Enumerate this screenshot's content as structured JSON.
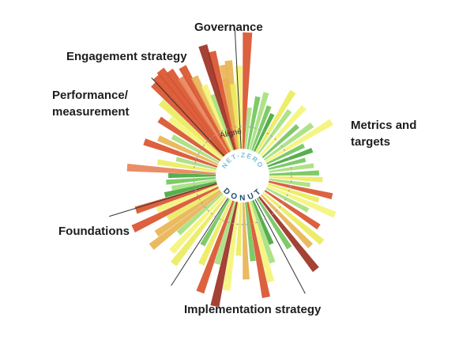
{
  "chart_data": {
    "type": "radial-bar",
    "title": "",
    "categories": [
      {
        "id": "governance",
        "label": "Governance"
      },
      {
        "id": "metrics",
        "label": "Metrics and\ntargets"
      },
      {
        "id": "implementation",
        "label": "Implementation strategy"
      },
      {
        "id": "foundations",
        "label": "Foundations"
      },
      {
        "id": "performance",
        "label": "Performance/\nmeasurement"
      },
      {
        "id": "engagement",
        "label": "Engagement strategy"
      }
    ],
    "center_label": {
      "top": "NET-ZERO",
      "bottom": "DONUT"
    },
    "ring_label": "Aligné",
    "colors": {
      "red": "#d9542f",
      "orange": "#e8845a",
      "amber": "#e8b454",
      "yellow": "#ecec60",
      "lightyellow": "#f4f47a",
      "lightgreen": "#a7df7e",
      "green": "#74c55c",
      "darkgreen": "#47a93f",
      "redline": "#9c3224",
      "line": "#333333",
      "ring": "#9e9e9e",
      "center_top": "#7bbfd8",
      "center_bottom": "#1f4b6e"
    },
    "reference_lines": [
      {
        "angle": -3,
        "value": 10
      },
      {
        "angle": -43,
        "value": 9
      },
      {
        "angle": -107,
        "value": 9.5
      },
      {
        "angle": 152,
        "value": 9
      },
      {
        "angle": 213,
        "value": 8.8
      }
    ],
    "bars": [
      {
        "angle": -14,
        "value": 8.5,
        "color": "red"
      },
      {
        "angle": -10,
        "value": 6,
        "color": "orange"
      },
      {
        "angle": -7,
        "value": 7.5,
        "color": "amber"
      },
      {
        "angle": -2,
        "value": 7,
        "color": "lightyellow"
      },
      {
        "angle": 2,
        "value": 9.8,
        "color": "red"
      },
      {
        "angle": 6,
        "value": 3.5,
        "color": "lightgreen"
      },
      {
        "angle": 11,
        "value": 4.5,
        "color": "green"
      },
      {
        "angle": 16,
        "value": 5,
        "color": "lightgreen"
      },
      {
        "angle": 21,
        "value": 4,
        "color": "green"
      },
      {
        "angle": 26,
        "value": 3.5,
        "color": "darkgreen"
      },
      {
        "angle": 31,
        "value": 6,
        "color": "yellow"
      },
      {
        "angle": 36,
        "value": 4.5,
        "color": "lightgreen"
      },
      {
        "angle": 42,
        "value": 5.5,
        "color": "lightyellow"
      },
      {
        "angle": 48,
        "value": 4,
        "color": "green"
      },
      {
        "angle": 54,
        "value": 5,
        "color": "lightgreen"
      },
      {
        "angle": 59,
        "value": 6.5,
        "color": "lightyellow"
      },
      {
        "angle": 64,
        "value": 3.5,
        "color": "green"
      },
      {
        "angle": 70,
        "value": 4,
        "color": "darkgreen"
      },
      {
        "angle": 76,
        "value": 3.2,
        "color": "green"
      },
      {
        "angle": 82,
        "value": 3.8,
        "color": "lightgreen"
      },
      {
        "angle": 88,
        "value": 4.2,
        "color": "green"
      },
      {
        "angle": 93,
        "value": 4.5,
        "color": "yellow"
      },
      {
        "angle": 98,
        "value": 3.5,
        "color": "lightgreen"
      },
      {
        "angle": 103,
        "value": 5.5,
        "color": "red"
      },
      {
        "angle": 108,
        "value": 4.5,
        "color": "yellow"
      },
      {
        "angle": 113,
        "value": 6.2,
        "color": "lightyellow"
      },
      {
        "angle": 118,
        "value": 4,
        "color": "lightgreen"
      },
      {
        "angle": 124,
        "value": 5.5,
        "color": "red"
      },
      {
        "angle": 130,
        "value": 6.5,
        "color": "yellow"
      },
      {
        "angle": 136,
        "value": 6,
        "color": "amber"
      },
      {
        "angle": 142,
        "value": 7.8,
        "color": "redline"
      },
      {
        "angle": 147,
        "value": 5,
        "color": "green"
      },
      {
        "angle": 157,
        "value": 4,
        "color": "darkgreen"
      },
      {
        "angle": 161,
        "value": 5.5,
        "color": "lightgreen"
      },
      {
        "angle": 165,
        "value": 7,
        "color": "lightyellow"
      },
      {
        "angle": 169,
        "value": 8.2,
        "color": "red"
      },
      {
        "angle": 173,
        "value": 5,
        "color": "green"
      },
      {
        "angle": 178,
        "value": 6.5,
        "color": "amber"
      },
      {
        "angle": 183,
        "value": 4.5,
        "color": "yellow"
      },
      {
        "angle": 188,
        "value": 7.5,
        "color": "lightyellow"
      },
      {
        "angle": 192,
        "value": 9,
        "color": "redline"
      },
      {
        "angle": 196,
        "value": 5.5,
        "color": "lightgreen"
      },
      {
        "angle": 200,
        "value": 8.2,
        "color": "red"
      },
      {
        "angle": 205,
        "value": 6,
        "color": "yellow"
      },
      {
        "angle": 210,
        "value": 4.5,
        "color": "green"
      },
      {
        "angle": 218,
        "value": 7.2,
        "color": "yellow"
      },
      {
        "angle": 223,
        "value": 6.5,
        "color": "lightyellow"
      },
      {
        "angle": 228,
        "value": 5,
        "color": "lightgreen"
      },
      {
        "angle": 232,
        "value": 7.5,
        "color": "amber"
      },
      {
        "angle": 236,
        "value": 6.5,
        "color": "amber"
      },
      {
        "angle": 240,
        "value": 5,
        "color": "yellow"
      },
      {
        "angle": 244,
        "value": 8,
        "color": "red"
      },
      {
        "angle": 248,
        "value": 5.5,
        "color": "lightyellow"
      },
      {
        "angle": 252,
        "value": 7.2,
        "color": "red"
      },
      {
        "angle": 256,
        "value": 4.5,
        "color": "darkgreen"
      },
      {
        "angle": 260,
        "value": 3.8,
        "color": "lightgreen"
      },
      {
        "angle": 265,
        "value": 4.2,
        "color": "green"
      },
      {
        "angle": 270,
        "value": 4,
        "color": "darkgreen"
      },
      {
        "angle": 274,
        "value": 7.5,
        "color": "orange"
      },
      {
        "angle": 279,
        "value": 5,
        "color": "yellow"
      },
      {
        "angle": 284,
        "value": 3.5,
        "color": "lightgreen"
      },
      {
        "angle": 289,
        "value": 6.5,
        "color": "red"
      },
      {
        "angle": 294,
        "value": 5.5,
        "color": "amber"
      },
      {
        "angle": 299,
        "value": 4.5,
        "color": "lightgreen"
      },
      {
        "angle": 304,
        "value": 6.2,
        "color": "red"
      },
      {
        "angle": 308,
        "value": 5.5,
        "color": "lightyellow"
      },
      {
        "angle": 312,
        "value": 7,
        "color": "yellow"
      },
      {
        "angle": 316,
        "value": 8.5,
        "color": "red"
      },
      {
        "angle": 319,
        "value": 8.8,
        "color": "red"
      },
      {
        "angle": 322,
        "value": 9,
        "color": "red"
      },
      {
        "angle": 325,
        "value": 8.5,
        "color": "red"
      },
      {
        "angle": 328,
        "value": 7.5,
        "color": "orange"
      },
      {
        "angle": 331,
        "value": 8.2,
        "color": "red"
      },
      {
        "angle": 334,
        "value": 7,
        "color": "amber"
      },
      {
        "angle": 337,
        "value": 6,
        "color": "lightyellow"
      },
      {
        "angle": 340,
        "value": 5,
        "color": "lightgreen"
      },
      {
        "angle": 343,
        "value": 9.2,
        "color": "redline"
      },
      {
        "angle": 350,
        "value": 7.2,
        "color": "amber"
      },
      {
        "angle": 354,
        "value": 5.5,
        "color": "yellow"
      }
    ]
  }
}
